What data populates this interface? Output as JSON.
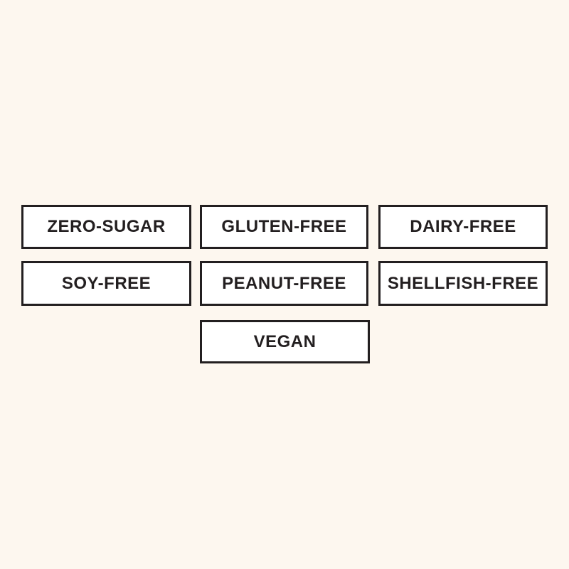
{
  "page": {
    "background_color": "#FDF7EF",
    "badge_fill_color": "#FFFFFF",
    "badge_border_color": "#231F20",
    "badge_text_color": "#231F20"
  },
  "badges": {
    "rows": [
      {
        "items": [
          {
            "label": "ZERO-SUGAR"
          },
          {
            "label": "GLUTEN-FREE"
          },
          {
            "label": "DAIRY-FREE"
          }
        ]
      },
      {
        "items": [
          {
            "label": "SOY-FREE"
          },
          {
            "label": "PEANUT-FREE"
          },
          {
            "label": "SHELLFISH-FREE"
          }
        ]
      },
      {
        "items": [
          {
            "label": "VEGAN"
          }
        ]
      }
    ]
  }
}
